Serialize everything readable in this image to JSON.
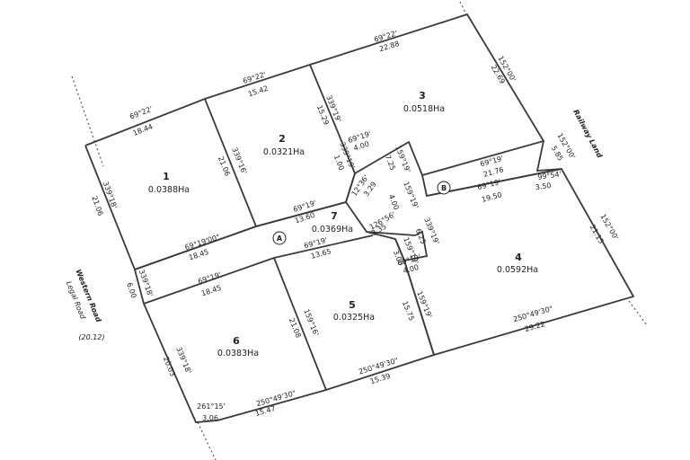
{
  "lots": [
    {
      "number": "1",
      "area": "0.0388Ha"
    },
    {
      "number": "2",
      "area": "0.0321Ha"
    },
    {
      "number": "3",
      "area": "0.0518Ha"
    },
    {
      "number": "4",
      "area": "0.0592Ha"
    },
    {
      "number": "5",
      "area": "0.0325Ha"
    },
    {
      "number": "6",
      "area": "0.0383Ha"
    },
    {
      "number": "7",
      "area": "0.0369Ha"
    }
  ],
  "easements": [
    "A",
    "B"
  ],
  "roads": {
    "western_road": "Western Road",
    "legal_road": "Legal Road",
    "width": "(20.12)",
    "railway_land": "Railway Land"
  },
  "dims": {
    "top_left_bearing": "69°22'",
    "top_left_dist": "18.44",
    "top_mid_bearing": "69°22'",
    "top_mid_dist": "15.42",
    "top_right_bearing": "69°22'",
    "top_right_dist": "22.88",
    "rail_upper_bearing": "152°00'",
    "rail_upper_dist": "22.69",
    "rail_short_bearing": "152°00'",
    "rail_short_dist": "5.85",
    "rail_lower_bearing": "152°00'",
    "rail_lower_dist": "21.15",
    "west1_bearing": "339°18'",
    "west1_dist": "21.06",
    "west_short_bearing": "339°18'",
    "west_short_dist": "6.00",
    "west6_bearing": "339°18'",
    "west6_dist": "20.03",
    "l12_bearing": "339°16'",
    "l12_dist": "21.06",
    "l23_bearing": "339°19'",
    "l23_dist": "15.29",
    "l7_notch_bearing": "339°19'",
    "l7_notch_dist": "1.00",
    "l7_small_bearing": "69°19'",
    "l7_small_dist": "4.00",
    "l7_side_bearing": "159°19'",
    "l7_side_dist": "7.25",
    "l7_bev_bearing": "12°36'",
    "l7_bev_dist": "3.29",
    "l7_top_bearing": "69°19'",
    "l7_top_dist": "13.60",
    "l3_south_bearing": "69°19'",
    "l3_south_dist": "21.76",
    "b_top_bearing": "69°19'",
    "b_top_dist": "19.50",
    "b_end_bearing": "99°54'",
    "b_end_dist": "3.50",
    "stem1_bearing": "159°19'",
    "stem1_dist": "4.00",
    "stem2_bearing": "339°19'",
    "stem2_dist": "6.25",
    "stem3_bearing": "69°19'",
    "stem3_dist": "4.00",
    "l7_se_bearing": "126°56'",
    "l7_se_dist": "3.35",
    "l7_e_bearing": "159°19'",
    "l7_e_dist": "3.00",
    "a_north_bearing": "69°19'00\"",
    "a_north_dist": "18.45",
    "a_south_bearing": "69°19'",
    "a_south_dist": "18.45",
    "a_mid_bearing": "69°19'",
    "a_mid_dist": "13.65",
    "l56_bearing": "159°16'",
    "l56_dist": "21.08",
    "l45_bearing": "159°19'",
    "l45_dist": "15.75",
    "s4_bearing": "250°49'30\"",
    "s4_dist": "29.22",
    "s5_bearing": "250°49'30\"",
    "s5_dist": "15.39",
    "s6_bearing": "250°49'30\"",
    "s6_dist": "15.47",
    "sw_bearing": "261°15'",
    "sw_dist": "3.06"
  }
}
